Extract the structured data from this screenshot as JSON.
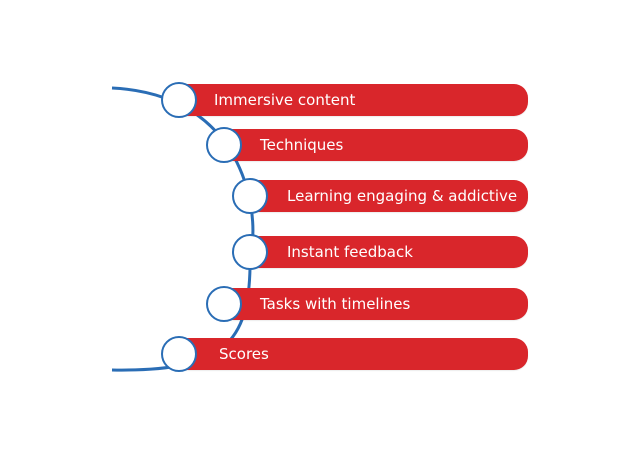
{
  "colors": {
    "bar": "#d9262b",
    "curve": "#2a6db5",
    "node_fill": "#ffffff",
    "text": "#ffffff"
  },
  "items": [
    {
      "label": "Immersive content"
    },
    {
      "label": "Techniques"
    },
    {
      "label": "Learning engaging & addictive"
    },
    {
      "label": "Instant feedback"
    },
    {
      "label": "Tasks with timelines"
    },
    {
      "label": "Scores"
    }
  ]
}
